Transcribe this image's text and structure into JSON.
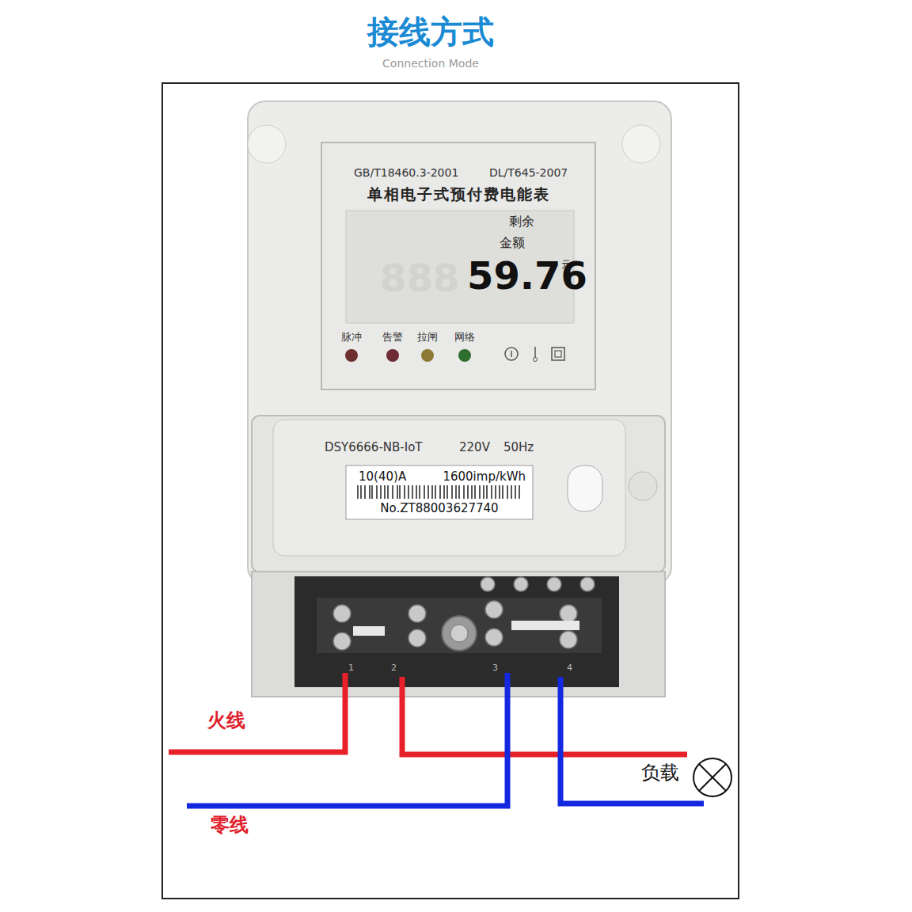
{
  "diagram": {
    "title": "接线方式",
    "labels": [
      "Connection Mode",
      "GB/T18460.3-2001",
      "DL/T645-2007",
      "单相电子式预付费电能表",
      "剩余",
      "金额",
      "59.76",
      "元",
      "脉冲",
      "告警",
      "拉闸",
      "网络",
      "DSY6666-NB-IoT",
      "220V",
      "50Hz",
      "10(40)A",
      "1600imp/kWh",
      "No.ZT88003627740",
      "1",
      "2",
      "3",
      "4",
      "火线",
      "零线",
      "负载"
    ]
  }
}
